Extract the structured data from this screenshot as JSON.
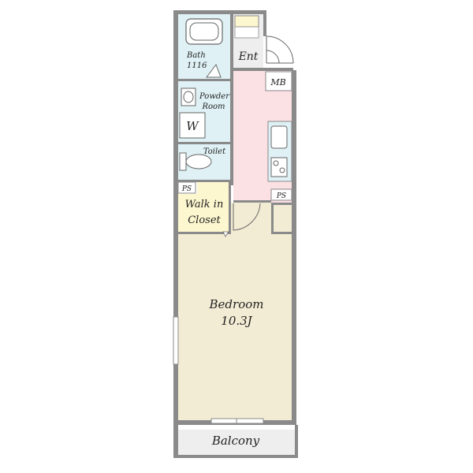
{
  "rooms": {
    "bath": {
      "name": "Bath",
      "size": "1116"
    },
    "powder_room": {
      "line1": "Powder",
      "line2": "Room"
    },
    "washer": "W",
    "toilet": "Toilet",
    "entrance": "Ent",
    "meter_box": "MB",
    "ps_left": "PS",
    "ps_right": "PS",
    "walk_in_closet": {
      "line1": "Walk in",
      "line2": "Closet"
    },
    "bedroom": {
      "name": "Bedroom",
      "size": "10.3J"
    },
    "balcony": "Balcony"
  },
  "colors": {
    "wall": "#8a8a8a",
    "bath_area": "#dff1f5",
    "kitchen_hall": "#fbe0e4",
    "bedroom_floor": "#f3ecd4",
    "closet": "#fdf7cf",
    "entrance_floor": "#eeeeee",
    "balcony_floor": "#eeeeee"
  }
}
